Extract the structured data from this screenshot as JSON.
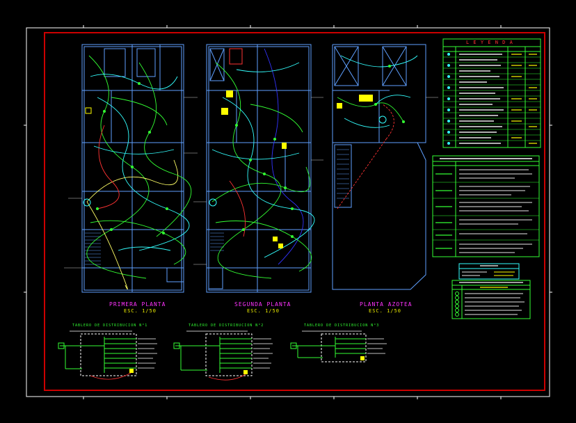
{
  "colors": {
    "background": "#000000",
    "outer_frame": "#ffffff",
    "inner_frame": "#cc0000",
    "walls": "#5fa0ff",
    "wiring_green": "#33ff33",
    "wiring_cyan": "#33ffff",
    "feeder_red": "#ff3333",
    "feeder_yellow": "#ffff66",
    "titles": "#ff33ff",
    "scales": "#ffff00"
  },
  "plans": [
    {
      "title": "PRIMERA  PLANTA",
      "scale": "ESC. 1/50"
    },
    {
      "title": "SEGUNDA  PLANTA",
      "scale": "ESC. 1/50"
    },
    {
      "title": "PLANTA  AZOTEA",
      "scale": "ESC. 1/50"
    }
  ],
  "legend": {
    "title": "L E Y E N D A"
  },
  "panels": [
    {
      "title": "TABLERO  DE  DISTRIBUCION  N°1"
    },
    {
      "title": "TABLERO  DE  DISTRIBUCION  N°2"
    },
    {
      "title": "TABLERO  DE  DISTRIBUCION  N°3"
    }
  ]
}
